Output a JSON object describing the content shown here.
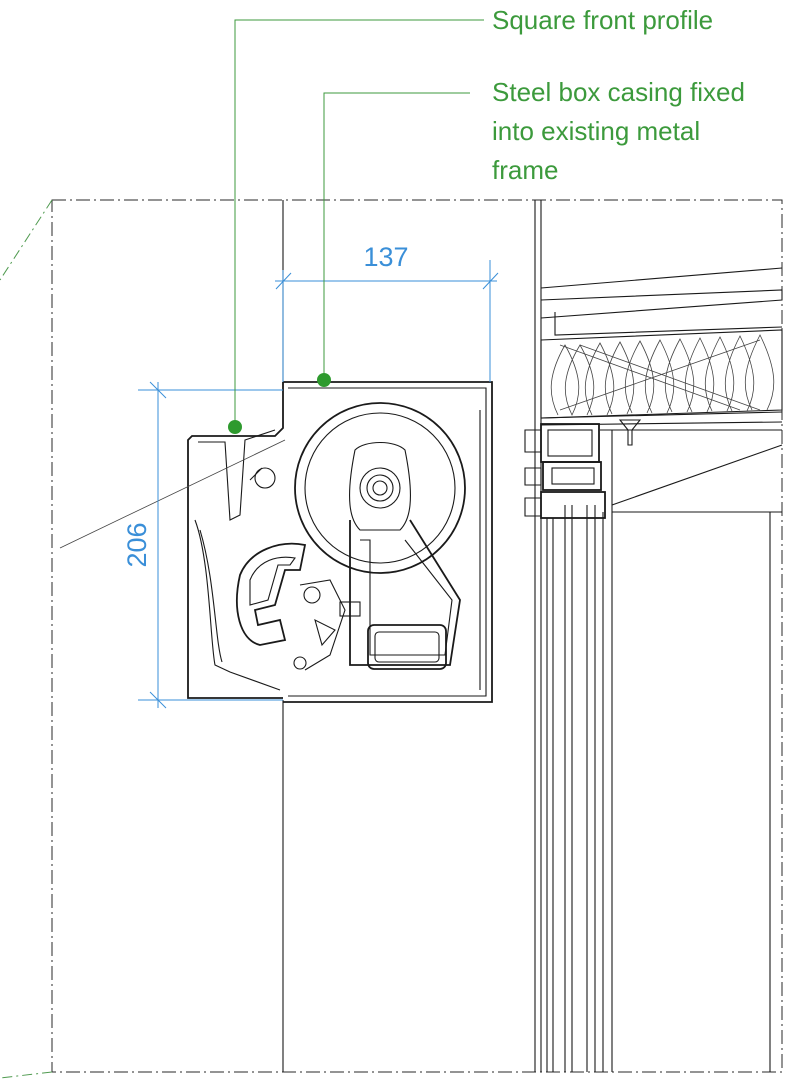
{
  "callouts": [
    {
      "lines": [
        "Square front profile"
      ]
    },
    {
      "lines": [
        "Steel box casing fixed",
        "into existing metal",
        "frame"
      ]
    }
  ],
  "dimensions": {
    "width": "137",
    "height": "206"
  },
  "colors": {
    "callout": "#3c9a3c",
    "dimension": "#3a8fd8",
    "linework": "#1a1a1a"
  }
}
